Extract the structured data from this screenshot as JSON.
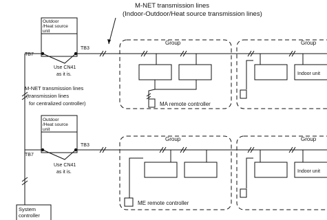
{
  "title": {
    "line1": "M-NET transmission lines",
    "line2": "(Indoor-Outdoor/Heat source transmission lines)"
  },
  "outdoor_unit": {
    "line1": "Outdoor",
    "line2": "/Heat source",
    "line3": "unit"
  },
  "terminals": {
    "tb3": "TB3",
    "tb7": "TB7"
  },
  "connector_note": {
    "line1": "Use CN41",
    "line2": "as it is."
  },
  "centralized_lines": {
    "line1": "M-NET transmission lines",
    "line2": "(transmission lines",
    "line3": "for centralized controller)"
  },
  "group_label": "Group",
  "indoor_unit_label": "Indoor unit",
  "ma_remote": "MA remote controller",
  "me_remote": "ME remote controller",
  "system_controller": {
    "line1": "System",
    "line2": "controller"
  },
  "colors": {
    "line": "#111111",
    "background": "#ffffff"
  }
}
